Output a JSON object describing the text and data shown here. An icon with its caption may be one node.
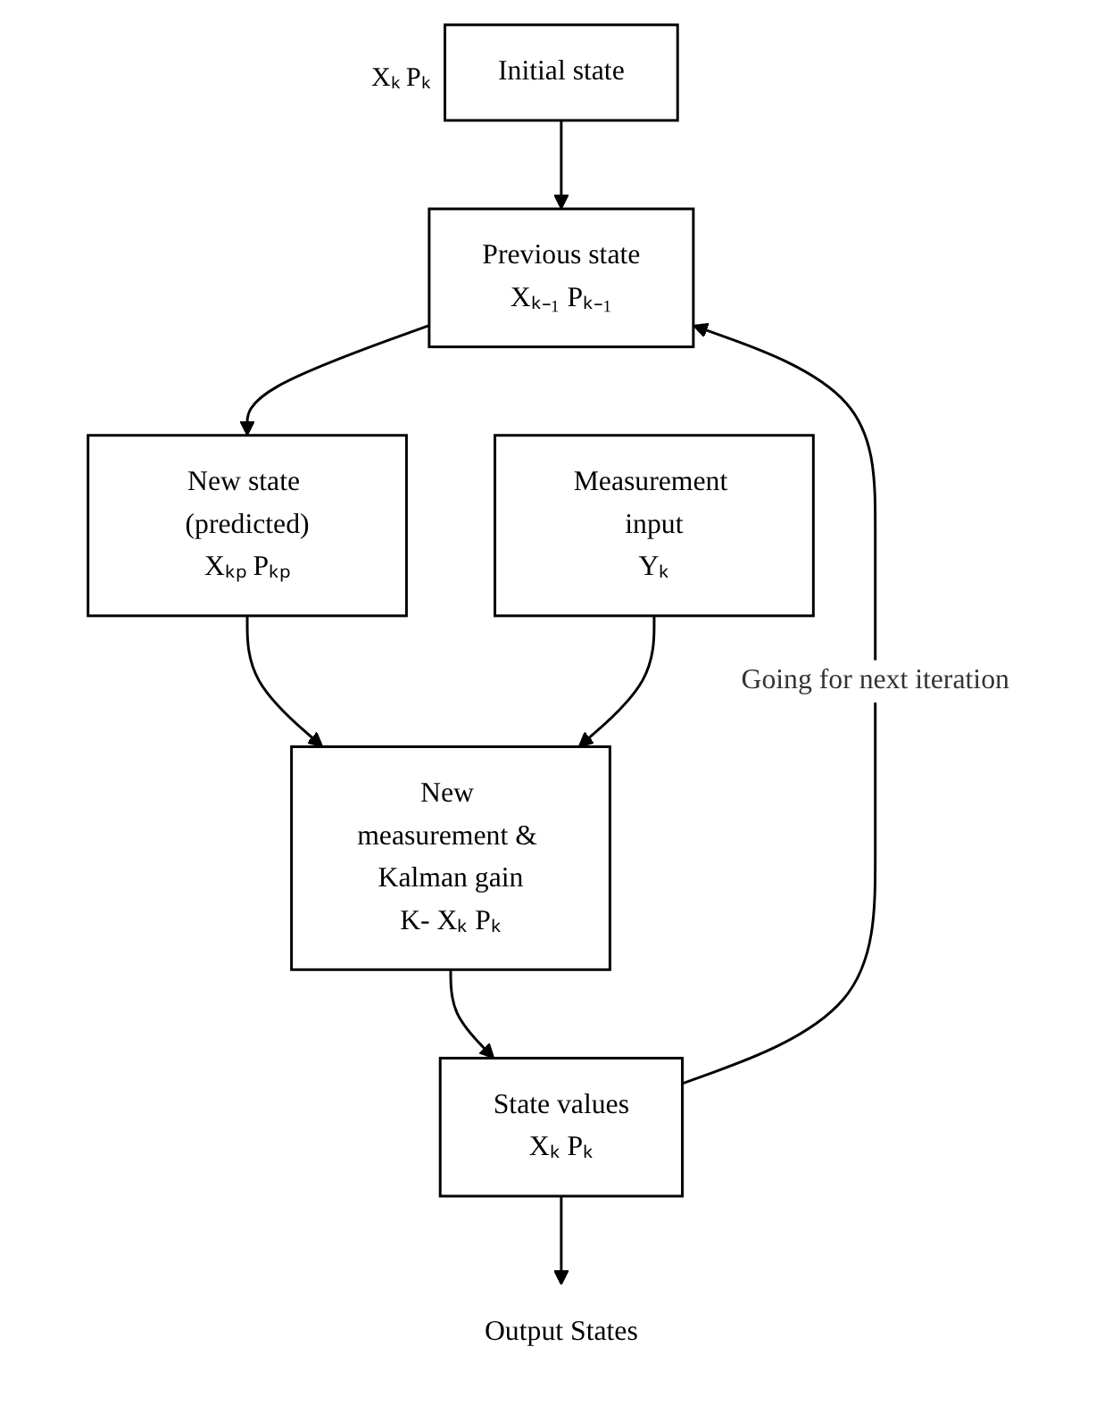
{
  "diagram": {
    "nodes": [
      {
        "text": [
          "Initial state"
        ],
        "beside": [
          "Xₖ Pₖ"
        ]
      },
      {
        "text": [
          "Previous state",
          "Xₖ₋₁ Pₖ₋₁"
        ]
      },
      {
        "text": [
          "New state (predicted)",
          "Xₖₚ Pₖₚ"
        ]
      },
      {
        "text": [
          "State values",
          "Xₖ Pₖ"
        ]
      },
      {
        "text": [
          "Output States"
        ]
      },
      {
        "text": [
          "New measurement & Kalman gain",
          "K- Xₖ Pₖ"
        ]
      },
      {
        "text": [
          "Measurement input",
          "Yₖ"
        ]
      }
    ],
    "edges": [
      {
        "from": 0,
        "to": 1,
        "arrow": "to"
      },
      {
        "from": 1,
        "to": 2,
        "arrow": "to"
      },
      {
        "from": 2,
        "to": 5,
        "arrow": "to"
      },
      {
        "from": 6,
        "to": 5,
        "arrow": "to"
      },
      {
        "from": 5,
        "to": 3,
        "arrow": "to"
      },
      {
        "from": 3,
        "to": 1,
        "arrow": "to",
        "label": "Going for next iteration"
      },
      {
        "from": 3,
        "to": 4,
        "arrow": "to"
      }
    ]
  }
}
